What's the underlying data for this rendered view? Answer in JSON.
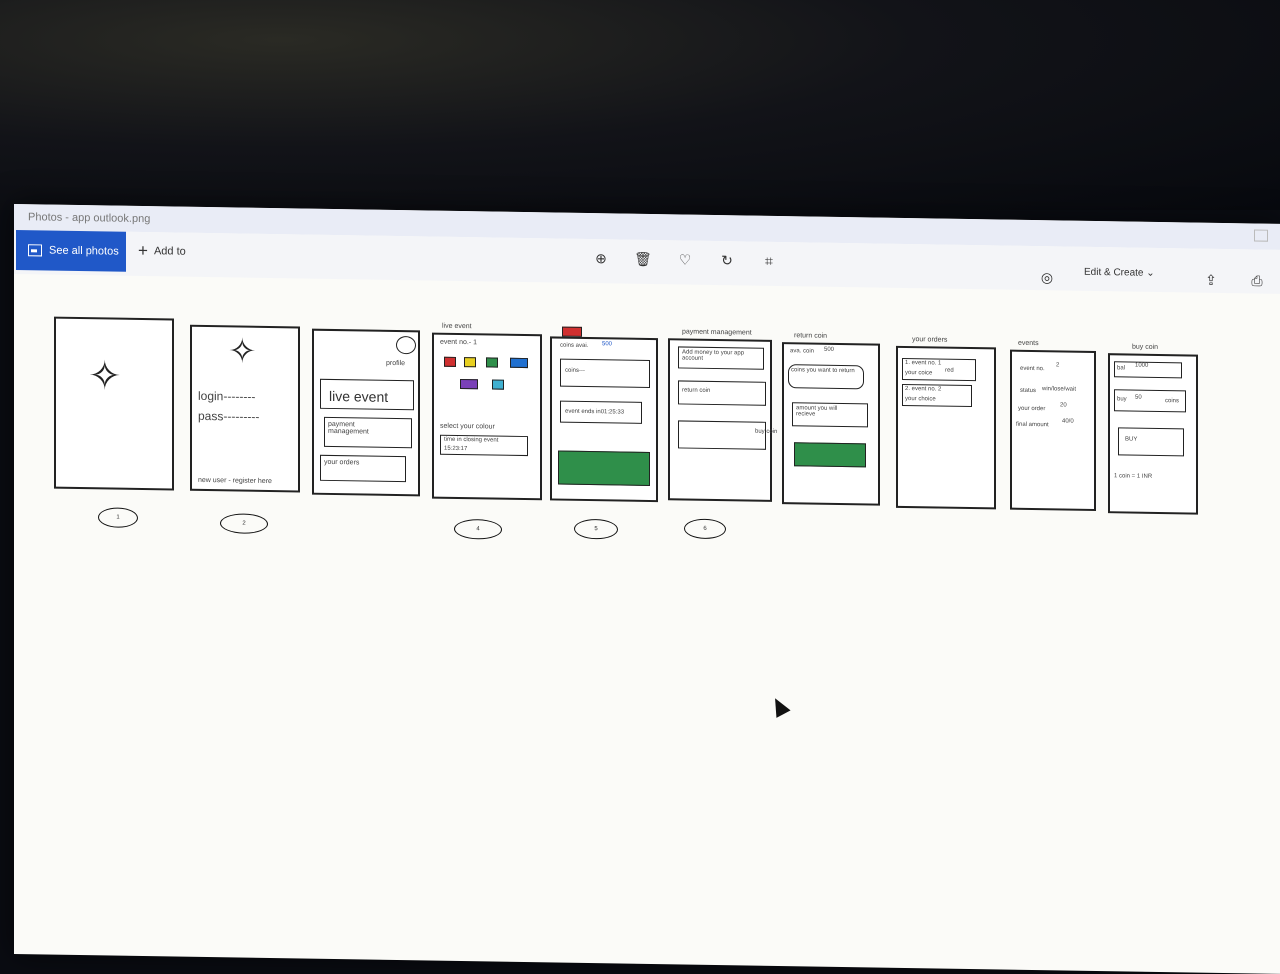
{
  "window": {
    "title": "Photos - app outlook.png"
  },
  "toolbar": {
    "see_all_photos": "See all photos",
    "add_to": "Add to",
    "edit_create": "Edit & Create",
    "icons": [
      "zoom-in-icon",
      "delete-icon",
      "heart-icon",
      "rotate-icon",
      "crop-icon",
      "enhance-icon",
      "share-icon",
      "print-icon"
    ]
  },
  "mockups": {
    "s2": {
      "login": "login--------",
      "pass": "pass---------",
      "register": "new user - register here"
    },
    "s3": {
      "profile": "profile",
      "live_event": "live event",
      "payment": "payment management",
      "orders": "your orders"
    },
    "s4": {
      "header": "live event",
      "event_no": "event no.- 1",
      "select": "select your colour",
      "closing": "time in closing event",
      "time": "15:23:17"
    },
    "s5": {
      "coins_avail": "coins avai.",
      "coins_avail_val": "500",
      "coins": "coins---",
      "event_ends": "event ends in01:25:33"
    },
    "s6": {
      "header": "payment management",
      "add_money": "Add money to your app account",
      "return_coin": "return coin",
      "buy_coin": "buy coin"
    },
    "s7": {
      "header": "return coin",
      "ava_coin": "ava. coin",
      "ava_coin_val": "500",
      "coins_return": "coins you want to return",
      "amount": "amount you will recieve"
    },
    "s8": {
      "header": "your orders",
      "ev1": "1. event no. 1",
      "ev1_choice": "your coice",
      "ev1_val": "red",
      "ev2": "2. event no. 2",
      "ev2_choice": "your choice"
    },
    "s9": {
      "header": "events",
      "event_no": "event no.",
      "event_no_val": "2",
      "status": "status",
      "status_val": "win/lose/wait",
      "order": "your order",
      "order_val": "20",
      "final": "final amount",
      "final_val": "40/0"
    },
    "s10": {
      "header": "buy coin",
      "bal": "bal",
      "bal_val": "1000",
      "buy": "buy",
      "buy_val": "50",
      "coins": "coins",
      "buy_btn": "BUY",
      "rate": "1 coin = 1 INR"
    },
    "numbers": [
      "1",
      "2",
      "4",
      "5",
      "6"
    ]
  },
  "colors": {
    "accent": "#2058c8",
    "green": "#2f8f4a",
    "red": "#d03030",
    "yellow": "#e8d020",
    "dkgreen": "#2f8f4a",
    "blue": "#2070d0",
    "purple": "#7a40b8",
    "cyan": "#40b0d0"
  }
}
